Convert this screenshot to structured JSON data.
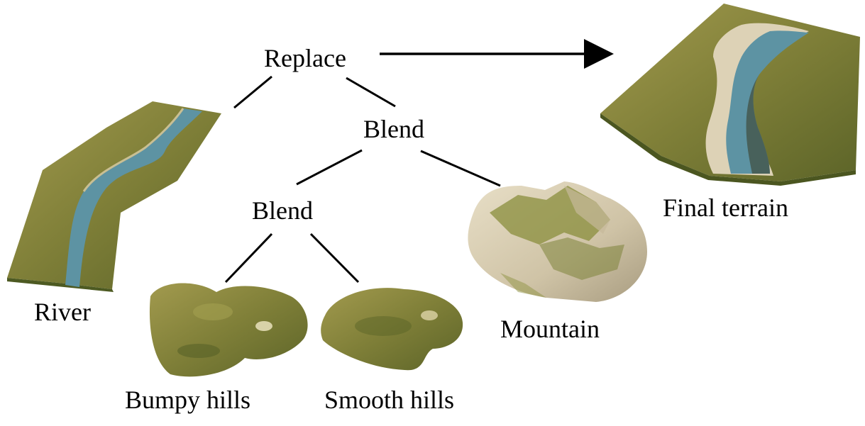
{
  "nodes": {
    "replace": "Replace",
    "blend_top": "Blend",
    "blend_bottom": "Blend"
  },
  "leaves": {
    "river": "River",
    "bumpy_hills": "Bumpy hills",
    "smooth_hills": "Smooth hills",
    "mountain": "Mountain"
  },
  "result": {
    "final_terrain": "Final terrain"
  },
  "colors": {
    "grass": "#8c8a3e",
    "grass_dark": "#5f6a2a",
    "grass_light": "#b3a85e",
    "water": "#5d93a3",
    "rock": "#d8cdb4",
    "line": "#000000"
  }
}
